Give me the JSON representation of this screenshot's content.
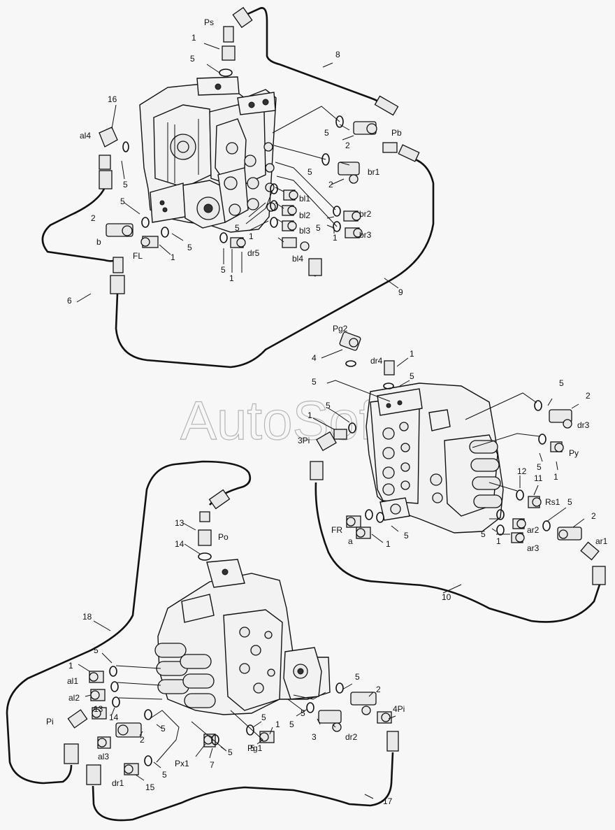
{
  "watermark": "AutoSoft",
  "labels": {
    "Ps": "Ps",
    "Pb": "Pb",
    "al4": "al4",
    "b": "b",
    "FL": "FL",
    "bl1": "bl1",
    "bl2": "bl2",
    "bl3": "bl3",
    "bl4": "bl4",
    "dr5": "dr5",
    "br1": "br1",
    "br2": "br2",
    "br3": "br3",
    "Pg2": "Pg2",
    "dr4": "dr4",
    "3Pi": "3Pi",
    "dr3": "dr3",
    "Py": "Py",
    "Rs1": "Rs1",
    "FR": "FR",
    "a": "a",
    "ar1": "ar1",
    "ar2": "ar2",
    "ar3": "ar3",
    "Po": "Po",
    "al1": "al1",
    "al2": "al2",
    "Pi": "Pi",
    "al3": "al3",
    "Px1": "Px1",
    "Pg1": "Pg1",
    "dr1": "dr1",
    "dr2": "dr2",
    "4Pi": "4Pi"
  },
  "numbers": {
    "n1": "1",
    "n2": "2",
    "n3": "3",
    "n4": "4",
    "n5": "5",
    "n6": "6",
    "n7": "7",
    "n8": "8",
    "n9": "9",
    "n10": "10",
    "n11": "11",
    "n12": "12",
    "n13": "13",
    "n14": "14",
    "n15": "15",
    "n16": "16",
    "n17": "17",
    "n18": "18"
  }
}
